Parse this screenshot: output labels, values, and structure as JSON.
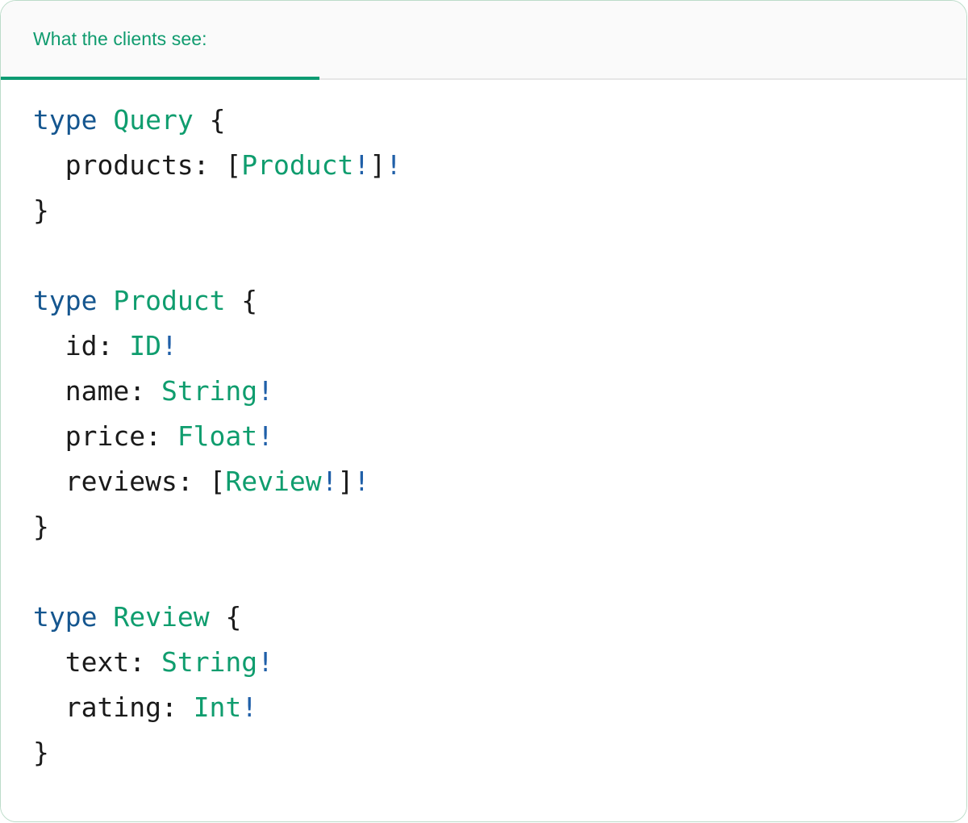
{
  "card": {
    "border_color": "#bcdcc9",
    "background": "#ffffff"
  },
  "header": {
    "tab_label": "What the clients see:",
    "accent_color": "#0d9b72",
    "text_color": "#0f9b6e",
    "background": "#fafafa",
    "divider_color": "#e6e6e6"
  },
  "theme": {
    "keyword_color": "#15568f",
    "type_color": "#0f9d6e",
    "punctuation_color": "#1a1a1a",
    "bang_color": "#1f5fa8",
    "field_color": "#1a1a1a"
  },
  "code": {
    "language": "graphql",
    "lines": [
      {
        "tokens": [
          {
            "t": "type",
            "c": "kw"
          },
          {
            "t": " ",
            "c": "punc"
          },
          {
            "t": "Query",
            "c": "type"
          },
          {
            "t": " {",
            "c": "punc"
          }
        ]
      },
      {
        "tokens": [
          {
            "t": "  products: ",
            "c": "fld"
          },
          {
            "t": "[",
            "c": "punc"
          },
          {
            "t": "Product",
            "c": "type"
          },
          {
            "t": "!",
            "c": "bang"
          },
          {
            "t": "]",
            "c": "punc"
          },
          {
            "t": "!",
            "c": "bang"
          }
        ]
      },
      {
        "tokens": [
          {
            "t": "}",
            "c": "punc"
          }
        ]
      },
      {
        "tokens": []
      },
      {
        "tokens": [
          {
            "t": "type",
            "c": "kw"
          },
          {
            "t": " ",
            "c": "punc"
          },
          {
            "t": "Product",
            "c": "type"
          },
          {
            "t": " {",
            "c": "punc"
          }
        ]
      },
      {
        "tokens": [
          {
            "t": "  id: ",
            "c": "fld"
          },
          {
            "t": "ID",
            "c": "type"
          },
          {
            "t": "!",
            "c": "bang"
          }
        ]
      },
      {
        "tokens": [
          {
            "t": "  name: ",
            "c": "fld"
          },
          {
            "t": "String",
            "c": "type"
          },
          {
            "t": "!",
            "c": "bang"
          }
        ]
      },
      {
        "tokens": [
          {
            "t": "  price: ",
            "c": "fld"
          },
          {
            "t": "Float",
            "c": "type"
          },
          {
            "t": "!",
            "c": "bang"
          }
        ]
      },
      {
        "tokens": [
          {
            "t": "  reviews: ",
            "c": "fld"
          },
          {
            "t": "[",
            "c": "punc"
          },
          {
            "t": "Review",
            "c": "type"
          },
          {
            "t": "!",
            "c": "bang"
          },
          {
            "t": "]",
            "c": "punc"
          },
          {
            "t": "!",
            "c": "bang"
          }
        ]
      },
      {
        "tokens": [
          {
            "t": "}",
            "c": "punc"
          }
        ]
      },
      {
        "tokens": []
      },
      {
        "tokens": [
          {
            "t": "type",
            "c": "kw"
          },
          {
            "t": " ",
            "c": "punc"
          },
          {
            "t": "Review",
            "c": "type"
          },
          {
            "t": " {",
            "c": "punc"
          }
        ]
      },
      {
        "tokens": [
          {
            "t": "  text: ",
            "c": "fld"
          },
          {
            "t": "String",
            "c": "type"
          },
          {
            "t": "!",
            "c": "bang"
          }
        ]
      },
      {
        "tokens": [
          {
            "t": "  rating: ",
            "c": "fld"
          },
          {
            "t": "Int",
            "c": "type"
          },
          {
            "t": "!",
            "c": "bang"
          }
        ]
      },
      {
        "tokens": [
          {
            "t": "}",
            "c": "punc"
          }
        ]
      }
    ]
  }
}
